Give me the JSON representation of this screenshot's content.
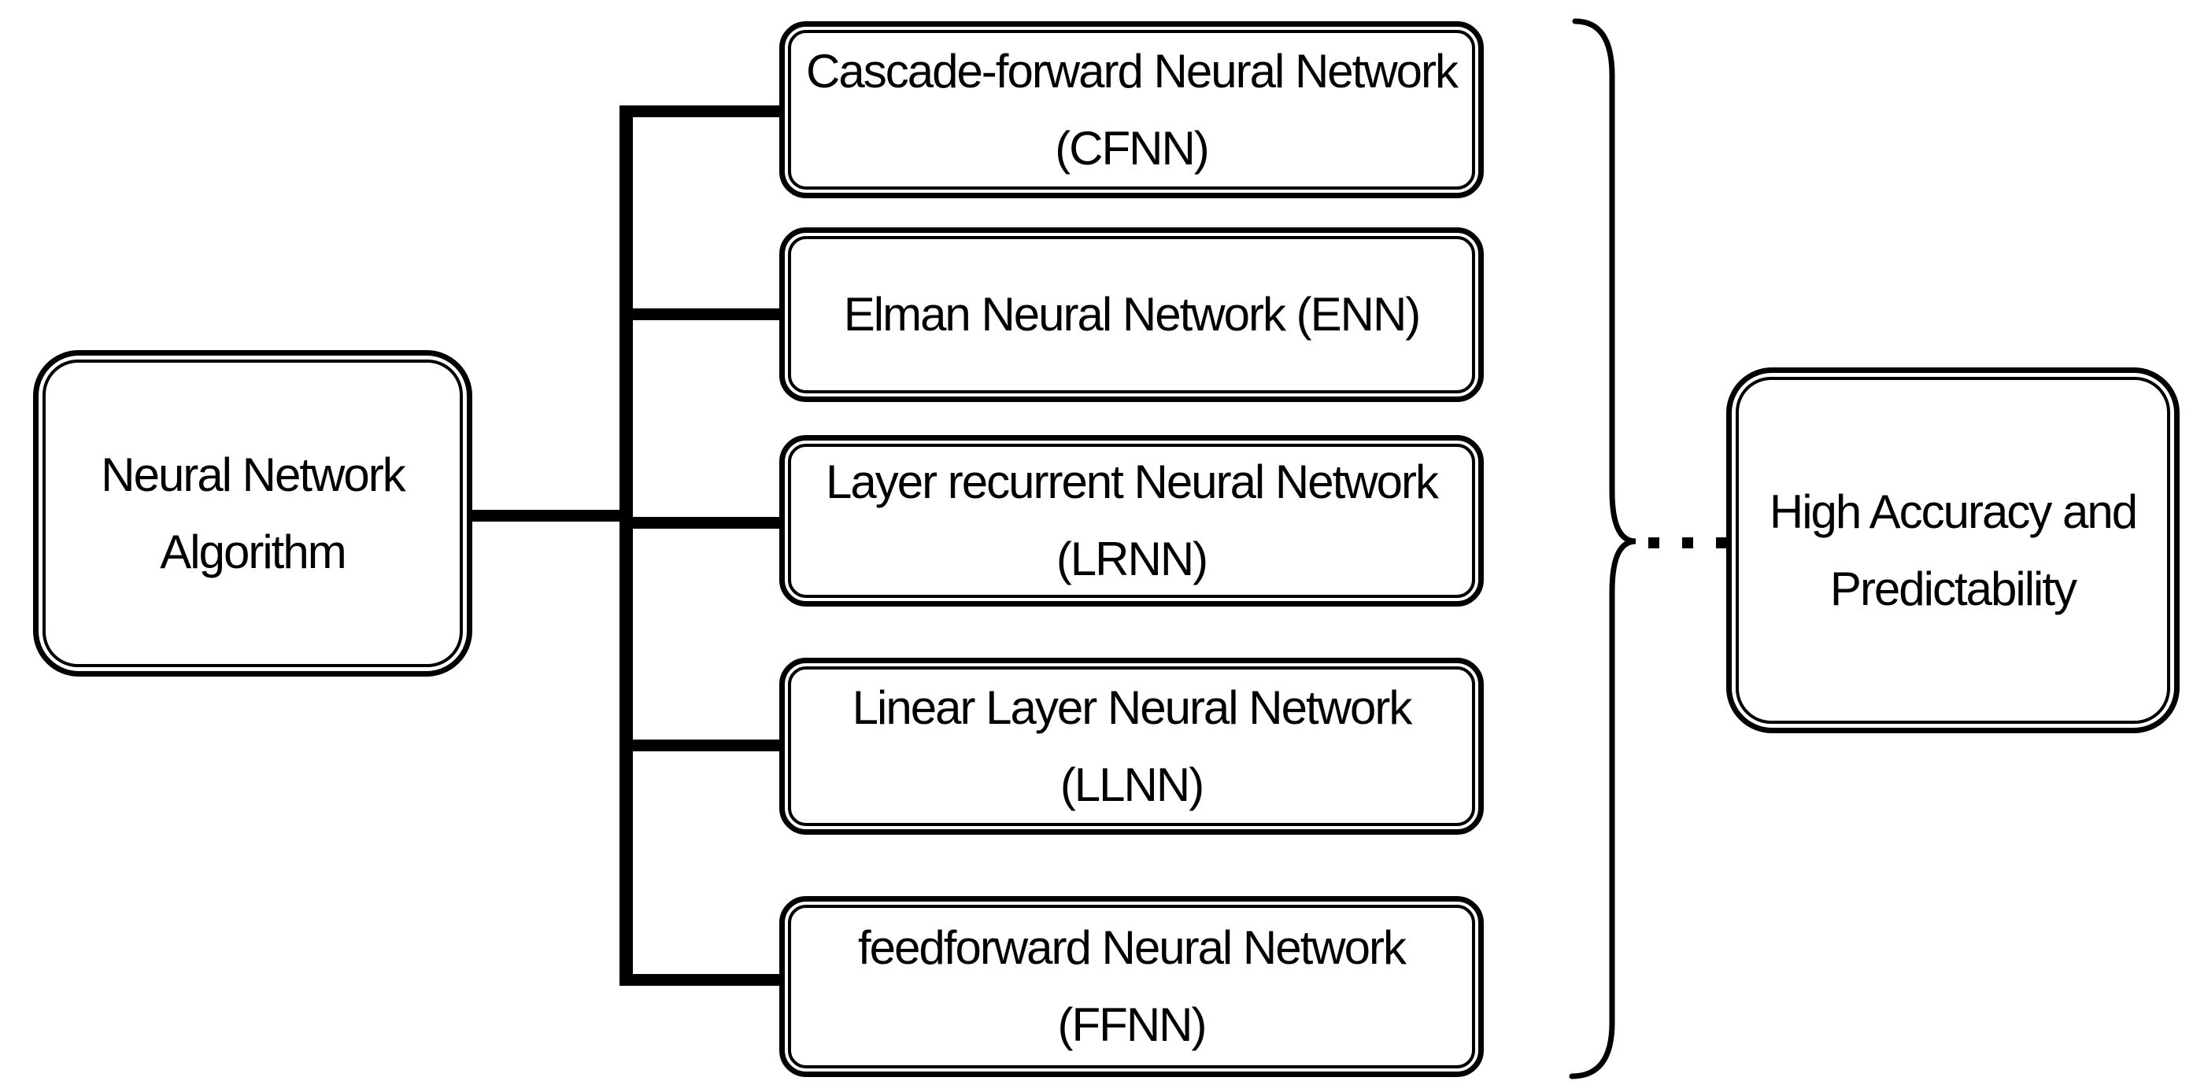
{
  "diagram": {
    "root_box": {
      "line1": "Neural Network",
      "line2": "Algorithm"
    },
    "middle_boxes": [
      {
        "id": "cfnn",
        "line1": "Cascade-forward Neural Network",
        "line2": "(CFNN)"
      },
      {
        "id": "enn",
        "line1": "Elman Neural Network (ENN)",
        "line2": ""
      },
      {
        "id": "lrnn",
        "line1": "Layer recurrent Neural Network",
        "line2": "(LRNN)"
      },
      {
        "id": "llnn",
        "line1": "Linear Layer Neural Network",
        "line2": "(LLNN)"
      },
      {
        "id": "ffnn",
        "line1": "feedforward Neural Network",
        "line2": "(FFNN)"
      }
    ],
    "result_box": {
      "line1": "High Accuracy and",
      "line2": "Predictability"
    },
    "colors": {
      "line": "#000000",
      "text": "#000000",
      "background": "#ffffff"
    }
  }
}
